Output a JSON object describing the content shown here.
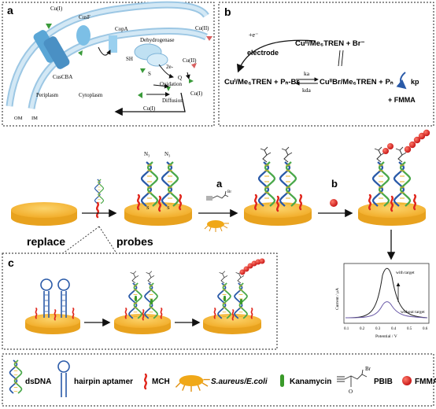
{
  "panel_a": {
    "label": "a",
    "cu1_top": "Cu(I)",
    "cusf": "CusF",
    "copa": "CopA",
    "cuscba": "CusCBA",
    "dehydrogenase": "Dehydrogenase",
    "cu2_top": "Cu(II)",
    "sh": "SH",
    "s": "S",
    "two_e": "2e-",
    "cu2_mid": "Cu(II)",
    "q": "Q",
    "oxidation": "Oxidation",
    "cu1_right": "Cu(I)",
    "periplasm": "Periplasm",
    "cytoplasm": "Cytoplasm",
    "diffusion": "Diffusion",
    "cu1_bottom": "Cu(I)",
    "om": "OM",
    "im": "IM"
  },
  "panel_b": {
    "label": "b",
    "electron": "+e⁻",
    "electrode": "electrode",
    "top_species": "Cuᴵᴵ/Me₆TREN + Br⁻",
    "bottom_left": "Cuᴵ/Me₆TREN + Pₙ-Br",
    "ka": "ka",
    "kda": "kda",
    "bottom_right": "CuᴵᴵBr/Me₆TREN + Pₙ",
    "kp": "kp",
    "fmma": "+ FMMA"
  },
  "main": {
    "step_a": "a",
    "step_b": "b",
    "replace": "replace",
    "probes": "probes",
    "n3": "N₃",
    "s": "S"
  },
  "panel_c": {
    "label": "c"
  },
  "dpv": {
    "with_target": "with target",
    "without_target": "without target",
    "ylabel": "Current / μA",
    "xlabel": "Potential / V",
    "x_ticks": [
      "0.1",
      "0.2",
      "0.3",
      "0.4",
      "0.5",
      "0.6"
    ]
  },
  "legend": {
    "dsdna": "dsDNA",
    "hairpin": "hairpin aptamer",
    "mch": "MCH",
    "bacteria": "S.aureus/E.coli",
    "kanamycin": "Kanamycin",
    "pbib": "PBIB",
    "fmma": "FMMA",
    "br": "Br",
    "o": "O"
  },
  "colors": {
    "disk_top": "#f6be3c",
    "disk_side": "#e8a21e",
    "mch": "#e0261c",
    "dna_blue": "#2a5aa8",
    "dna_green": "#4aa84a",
    "fmma": "#d82020",
    "kanamycin": "#3a9a2a",
    "bacteria": "#f0a818"
  }
}
